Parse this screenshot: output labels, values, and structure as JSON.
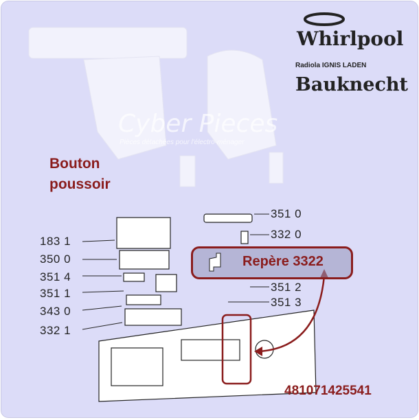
{
  "title_lines": [
    "Bouton",
    "poussoir"
  ],
  "watermark": {
    "name": "Cyber Pieces",
    "tagline": "Pièces détachées pour l'électro-ménager"
  },
  "logos": {
    "whirlpool": "Whirlpool",
    "sub_brands": "Radiola  IGNIS LADEN",
    "bauknecht": "Bauknecht"
  },
  "reference_labels_left": [
    "183 1",
    "350 0",
    "351 4",
    "351 1",
    "343 0",
    "332 1"
  ],
  "reference_labels_right": [
    "351 0",
    "332 0",
    "351 2",
    "351 3"
  ],
  "callout": "Repère 3322",
  "part_number": "481071425541",
  "colors": {
    "background": "#dcdcf8",
    "accent": "#8a1c1c"
  }
}
